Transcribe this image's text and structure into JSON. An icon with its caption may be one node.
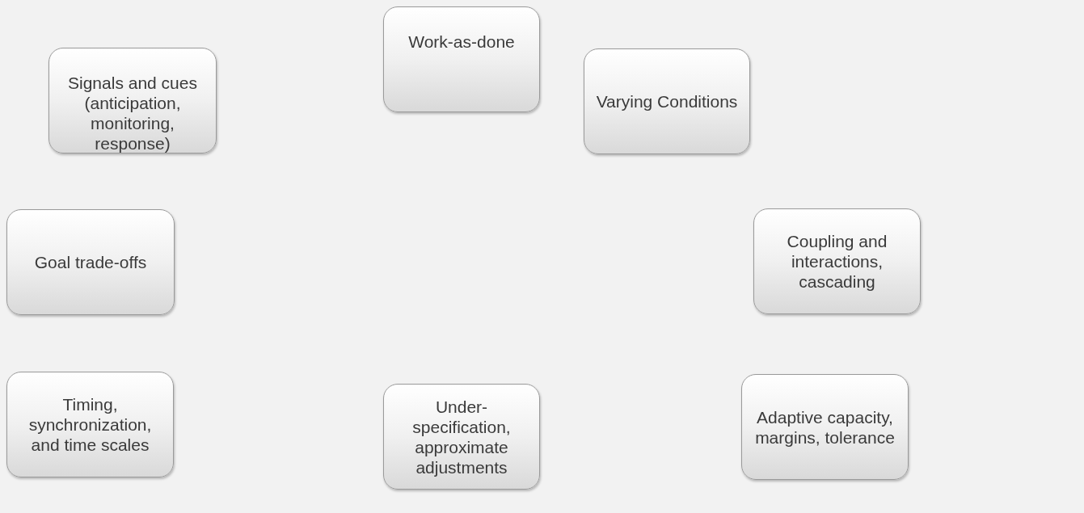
{
  "diagram": {
    "nodes": [
      {
        "text": [
          "Signals and cues (anticipation, monitoring, response)"
        ]
      },
      {
        "text": [
          "Work-as-done"
        ]
      },
      {
        "text": [
          "Varying Conditions"
        ]
      },
      {
        "text": [
          "Goal trade-offs"
        ]
      },
      {
        "text": [
          "Coupling and interactions, cascading"
        ]
      },
      {
        "text": [
          "Timing, synchronization, and time scales"
        ]
      },
      {
        "text": [
          "Under-specification, approximate adjustments"
        ]
      },
      {
        "text": [
          "Adaptive capacity, margins, tolerance"
        ]
      }
    ]
  }
}
